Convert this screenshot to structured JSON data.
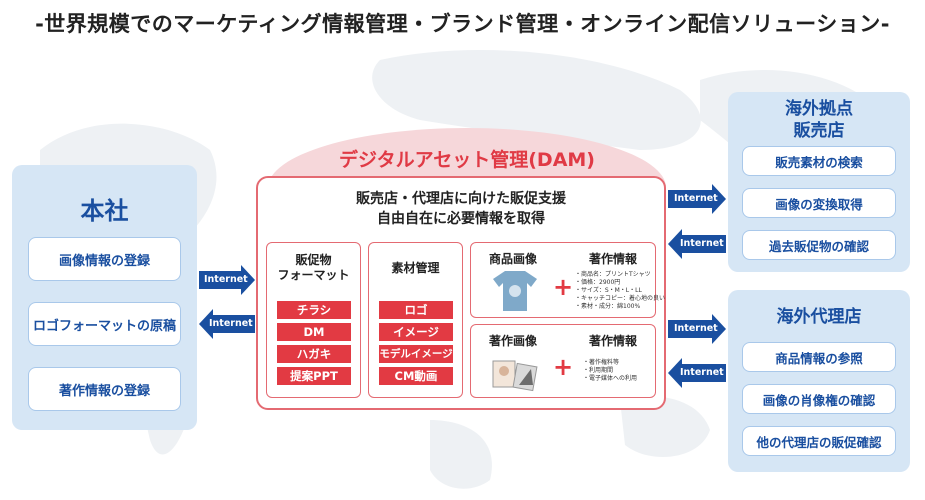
{
  "title": "-世界規模でのマーケティング情報管理・ブランド管理・オンライン配信ソリューション-",
  "colors": {
    "blue": "#1a4fa0",
    "red": "#e23a43",
    "panel": "#d6e6f5",
    "dome": "#f6d7da"
  },
  "hq": {
    "title": "本社",
    "items": [
      "画像情報の登録",
      "ロゴフォーマットの原稿",
      "著作情報の登録"
    ]
  },
  "arrow_label": "Internet",
  "dam": {
    "label": "デジタルアセット管理(DAM)",
    "subtitle_1": "販売店・代理店に向けた販促支援",
    "subtitle_2": "自由自在に必要情報を取得",
    "promo": {
      "title_1": "販促物",
      "title_2": "フォーマット",
      "tags": [
        "チラシ",
        "DM",
        "ハガキ",
        "提案PPT"
      ]
    },
    "material": {
      "title": "素材管理",
      "tags": [
        "ロゴ",
        "イメージ",
        "モデルイメージ",
        "CM動画"
      ]
    },
    "product": {
      "left_title": "商品画像",
      "right_title": "著作情報",
      "info": [
        "・商品名：プリントTシャツ",
        "・価格：2900円",
        "・サイズ：S・M・L・LL",
        "・キャッチコピー：着心地の良い",
        "・素材・成分：綿100%"
      ]
    },
    "copyright": {
      "left_title": "著作画像",
      "right_title": "著作情報",
      "info": [
        "・著作権料等",
        "・利用期間",
        "・電子媒体への利用"
      ]
    }
  },
  "branch": {
    "title_1": "海外拠点",
    "title_2": "販売店",
    "items": [
      "販売素材の検索",
      "画像の変換取得",
      "過去販促物の確認"
    ]
  },
  "agency": {
    "title": "海外代理店",
    "items": [
      "商品情報の参照",
      "画像の肖像権の確認",
      "他の代理店の販促確認"
    ]
  }
}
